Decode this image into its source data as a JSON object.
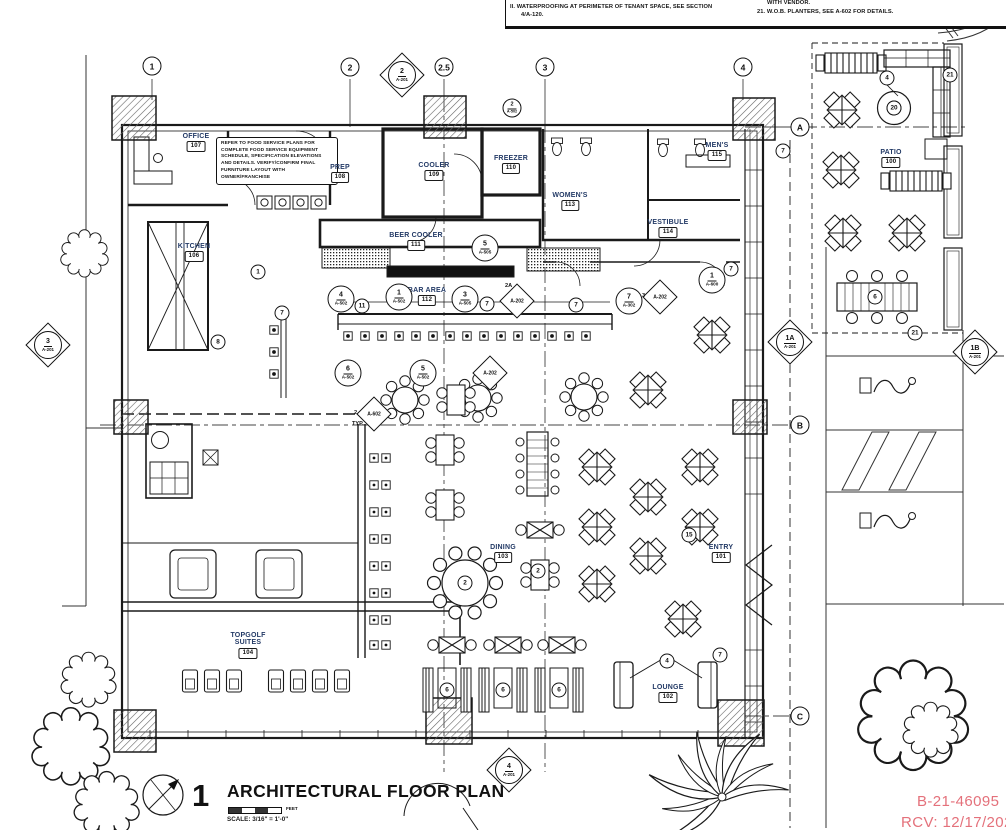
{
  "header_notes": {
    "note_11_line1": "II. WATERPROOFING AT PERIMETER OF TENANT SPACE, SEE SECTION",
    "note_11_line2": "4/A-120.",
    "note_20_tail": "WITH VENDOR.",
    "note_21": "21. W.O.B. PLANTERS, SEE A-602 FOR DETAILS."
  },
  "food_service_note": "REFER TO FOOD SERVICE PLANS FOR COMPLETE FOOD SERVICE EQUIPMENT SCHEDULE, SPECIFICATION ELEVATIONS AND DETAILS. VERIFY/CONFIRM FINAL FURNITURE LAYOUT WITH OWNER/FRANCHISE",
  "grid": {
    "columns": [
      {
        "label": "1"
      },
      {
        "label": "2"
      },
      {
        "label": "2.5"
      },
      {
        "label": "3"
      },
      {
        "label": "4"
      }
    ],
    "rows": [
      {
        "label": "A"
      },
      {
        "label": "B"
      },
      {
        "label": "C"
      }
    ]
  },
  "rooms": [
    {
      "id": "office",
      "name": "OFFICE",
      "number": "107"
    },
    {
      "id": "prep",
      "name": "PREP",
      "number": "108"
    },
    {
      "id": "cooler",
      "name": "COOLER",
      "number": "109"
    },
    {
      "id": "freezer",
      "name": "FREEZER",
      "number": "110"
    },
    {
      "id": "beer-cooler",
      "name": "BEER COOLER",
      "number": "111"
    },
    {
      "id": "bar-area",
      "name": "BAR AREA",
      "number": "112"
    },
    {
      "id": "womens",
      "name": "WOMEN'S",
      "number": "113"
    },
    {
      "id": "vestibule",
      "name": "VESTIBULE",
      "number": "114"
    },
    {
      "id": "mens",
      "name": "MEN'S",
      "number": "115"
    },
    {
      "id": "kitchen",
      "name": "KITCHEN",
      "number": "106"
    },
    {
      "id": "dining",
      "name": "DINING",
      "number": "103"
    },
    {
      "id": "entry",
      "name": "ENTRY",
      "number": "101"
    },
    {
      "id": "lounge",
      "name": "LOUNGE",
      "number": "102"
    },
    {
      "id": "topgolf-suites",
      "name": "TOPGOLF\nSUITES",
      "number": "104"
    },
    {
      "id": "patio",
      "name": "PATIO",
      "number": "100"
    }
  ],
  "callouts": {
    "section_markers": [
      {
        "num": "2",
        "sheet": "A-201"
      },
      {
        "num": "3",
        "sheet": "A-201"
      },
      {
        "num": "1A",
        "sheet": "A-201"
      },
      {
        "num": "1B",
        "sheet": "A-201"
      },
      {
        "num": "4",
        "sheet": "A-201"
      }
    ],
    "elevation_markers": [
      {
        "num": "4",
        "sheet": "A-502"
      },
      {
        "num": "1",
        "sheet": "A-502"
      },
      {
        "num": "3",
        "sheet": "A-505"
      },
      {
        "num": "5",
        "sheet": "A-505"
      },
      {
        "num": "6",
        "sheet": "A-502"
      },
      {
        "num": "5",
        "sheet": "A-502"
      },
      {
        "num": "7",
        "sheet": "A-302"
      },
      {
        "num": "1",
        "sheet": "A-600"
      },
      {
        "num": "2",
        "sheet": "A-502"
      }
    ],
    "detail_markers": [
      {
        "prefix": "2A",
        "sheet": "A-202",
        "suffix": ""
      },
      {
        "prefix": "3",
        "sheet": "A-202",
        "suffix": ""
      },
      {
        "prefix": "",
        "sheet": "A-202",
        "suffix": ""
      },
      {
        "prefix": "2",
        "sheet": "A-602",
        "suffix": "TYP."
      }
    ],
    "keynotes": [
      "7",
      "7",
      "11",
      "7",
      "7",
      "7",
      "1",
      "8",
      "15",
      "2",
      "2",
      "6",
      "6",
      "6",
      "4",
      "4",
      "20",
      "21",
      "21",
      "6",
      "7"
    ]
  },
  "title_block": {
    "detail_number": "1",
    "title": "ARCHITECTURAL FLOOR PLAN",
    "scale_label": "SCALE: 3/16\" = 1'-0\"",
    "scale_units": "FEET"
  },
  "stamp": {
    "line1": "B-21-46095",
    "line2": "RCV: 12/17/202",
    "color": "#e4717b"
  },
  "colors": {
    "line_black": "#1a1a1a",
    "room_label_navy": "#233a66",
    "stamp_red": "#e4717b"
  }
}
